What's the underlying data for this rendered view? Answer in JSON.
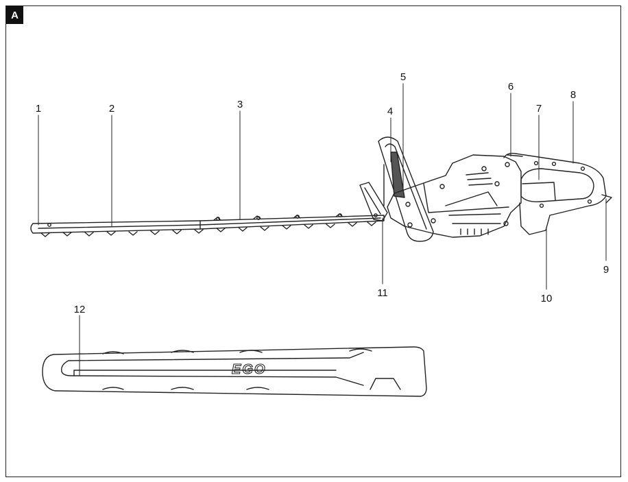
{
  "figure_tag": "A",
  "brand_logo": "EGO",
  "callouts": [
    {
      "number": "1"
    },
    {
      "number": "2"
    },
    {
      "number": "3"
    },
    {
      "number": "4"
    },
    {
      "number": "5"
    },
    {
      "number": "6"
    },
    {
      "number": "7"
    },
    {
      "number": "8"
    },
    {
      "number": "9"
    },
    {
      "number": "10"
    },
    {
      "number": "11"
    },
    {
      "number": "12"
    }
  ]
}
